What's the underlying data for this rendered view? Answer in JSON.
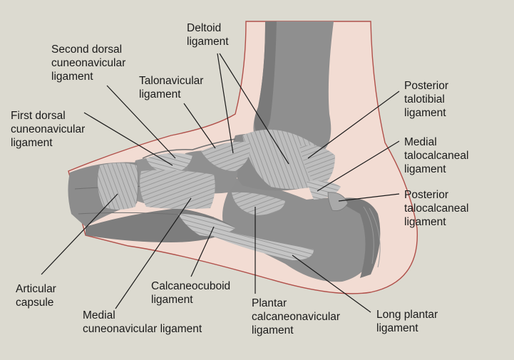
{
  "diagram": {
    "labels": [
      {
        "id": "deltoid",
        "lines": [
          "Deltoid",
          "ligament"
        ]
      },
      {
        "id": "second-dorsal",
        "lines": [
          "Second dorsal",
          "cuneonavicular",
          "ligament"
        ]
      },
      {
        "id": "talonavicular",
        "lines": [
          "Talonavicular",
          "ligament"
        ]
      },
      {
        "id": "first-dorsal",
        "lines": [
          "First dorsal",
          "cuneonavicular",
          "ligament"
        ]
      },
      {
        "id": "posterior-talotibial",
        "lines": [
          "Posterior",
          "talotibial",
          "ligament"
        ]
      },
      {
        "id": "medial-talocalcaneal",
        "lines": [
          "Medial",
          "talocalcaneal",
          "ligament"
        ]
      },
      {
        "id": "posterior-talocalcaneal",
        "lines": [
          "Posterior",
          "talocalcaneal",
          "ligament"
        ]
      },
      {
        "id": "articular-capsule",
        "lines": [
          "Articular",
          "capsule"
        ]
      },
      {
        "id": "medial-cuneonavicular",
        "lines": [
          "Medial",
          "cuneonavicular  ligament"
        ]
      },
      {
        "id": "calcaneocuboid",
        "lines": [
          "Calcaneocuboid",
          "ligament"
        ]
      },
      {
        "id": "plantar-calcaneonavicular",
        "lines": [
          "Plantar",
          "calcaneonavicular",
          "ligament"
        ]
      },
      {
        "id": "long-plantar",
        "lines": [
          "Long plantar",
          "ligament"
        ]
      }
    ]
  },
  "colors": {
    "background": "#dcdad0",
    "skin": "#f2dcd3",
    "skin_outline": "#b0504a",
    "bone": "#8f8f8f",
    "bone_dark": "#6f6f6f",
    "ligament": "#bdbdbd",
    "leader": "#1a1a1a"
  }
}
